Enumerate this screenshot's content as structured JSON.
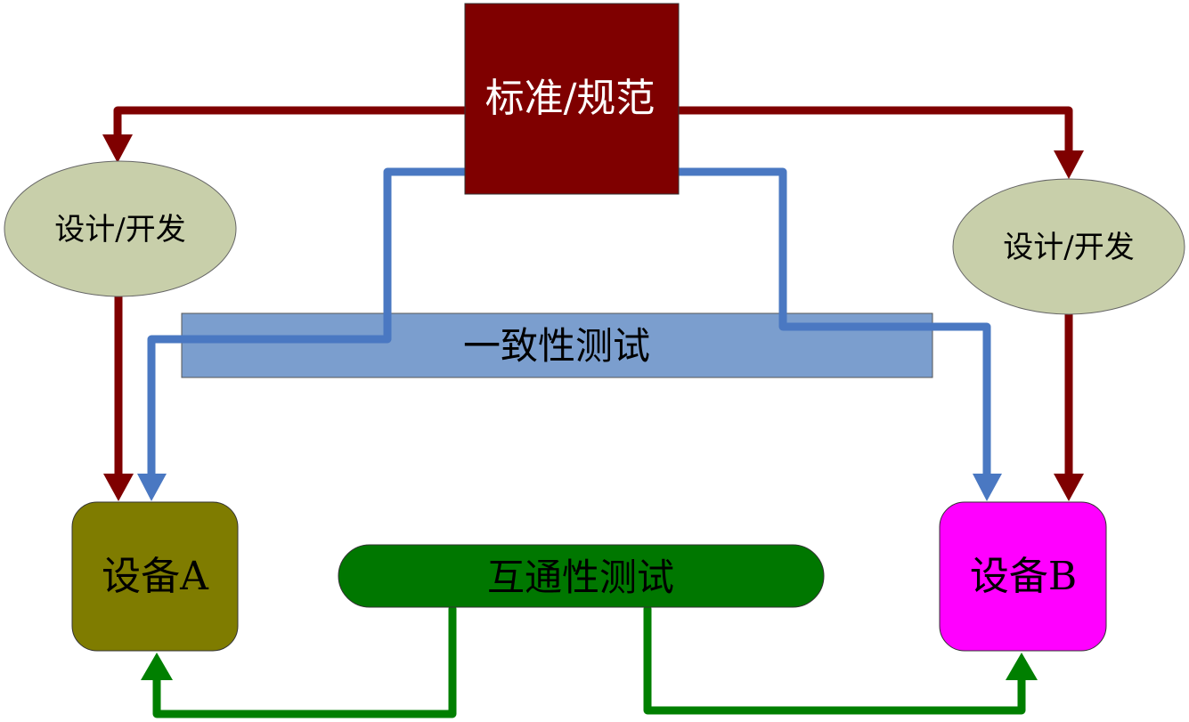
{
  "nodes": {
    "standard": {
      "label": "标准/规范",
      "fill": "#7f0000",
      "text_color": "#ffffff"
    },
    "design_left": {
      "label": "设计/开发",
      "fill": "#c8cfaa"
    },
    "design_right": {
      "label": "设计/开发",
      "fill": "#c8cfaa"
    },
    "conformance_test": {
      "label": "一致性测试",
      "fill": "#7b9ece"
    },
    "interop_test": {
      "label": "互通性测试",
      "fill": "#007700"
    },
    "device_a": {
      "label": "设备A",
      "fill": "#7f7c00"
    },
    "device_b": {
      "label": "设备B",
      "fill": "#ff00ff"
    }
  },
  "colors": {
    "design_flow": "#7f0000",
    "conformance_flow": "#4a78c2",
    "interop_flow": "#007f00"
  },
  "edges": [
    {
      "from": "standard",
      "to": "design_left",
      "kind": "design_flow"
    },
    {
      "from": "standard",
      "to": "design_right",
      "kind": "design_flow"
    },
    {
      "from": "design_left",
      "to": "device_a",
      "kind": "design_flow"
    },
    {
      "from": "design_right",
      "to": "device_b",
      "kind": "design_flow"
    },
    {
      "from": "standard",
      "to": "device_a",
      "kind": "conformance_flow",
      "via": "conformance_test"
    },
    {
      "from": "standard",
      "to": "device_b",
      "kind": "conformance_flow",
      "via": "conformance_test"
    },
    {
      "from": "interop_test",
      "to": "device_a",
      "kind": "interop_flow"
    },
    {
      "from": "interop_test",
      "to": "device_b",
      "kind": "interop_flow"
    }
  ]
}
